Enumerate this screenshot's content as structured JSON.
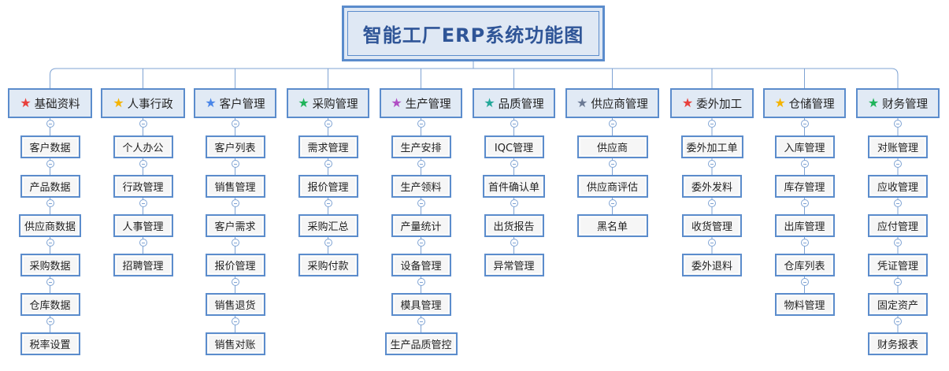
{
  "title": "智能工厂ERP系统功能图",
  "colors": {
    "border": "#5b8ccc",
    "line": "#7fa3d3",
    "category_fill": "#e1eaf5",
    "item_fill": "#f6f6f6"
  },
  "categories": [
    {
      "label": "基础资料",
      "star_color": "#e8403c",
      "items": [
        "客户数据",
        "产品数据",
        "供应商数据",
        "采购数据",
        "仓库数据",
        "税率设置"
      ]
    },
    {
      "label": "人事行政",
      "star_color": "#f4b400",
      "items": [
        "个人办公",
        "行政管理",
        "人事管理",
        "招聘管理"
      ]
    },
    {
      "label": "客户管理",
      "star_color": "#4a86e8",
      "items": [
        "客户列表",
        "销售管理",
        "客户需求",
        "报价管理",
        "销售退货",
        "销售对账"
      ]
    },
    {
      "label": "采购管理",
      "star_color": "#1fb45a",
      "items": [
        "需求管理",
        "报价管理",
        "采购汇总",
        "采购付款"
      ]
    },
    {
      "label": "生产管理",
      "star_color": "#b04fc4",
      "items": [
        "生产安排",
        "生产领料",
        "产量统计",
        "设备管理",
        "模具管理",
        "生产品质管控"
      ]
    },
    {
      "label": "品质管理",
      "star_color": "#24a89a",
      "items": [
        "IQC管理",
        "首件确认单",
        "出货报告",
        "异常管理"
      ]
    },
    {
      "label": "供应商管理",
      "star_color": "#6b7a94",
      "items": [
        "供应商",
        "供应商评估",
        "黑名单"
      ]
    },
    {
      "label": "委外加工",
      "star_color": "#e8403c",
      "items": [
        "委外加工单",
        "委外发料",
        "收货管理",
        "委外退料"
      ]
    },
    {
      "label": "仓储管理",
      "star_color": "#f4b400",
      "items": [
        "入库管理",
        "库存管理",
        "出库管理",
        "仓库列表",
        "物料管理"
      ]
    },
    {
      "label": "财务管理",
      "star_color": "#1fb45a",
      "items": [
        "对账管理",
        "应收管理",
        "应付管理",
        "凭证管理",
        "固定资产",
        "财务报表"
      ]
    }
  ]
}
